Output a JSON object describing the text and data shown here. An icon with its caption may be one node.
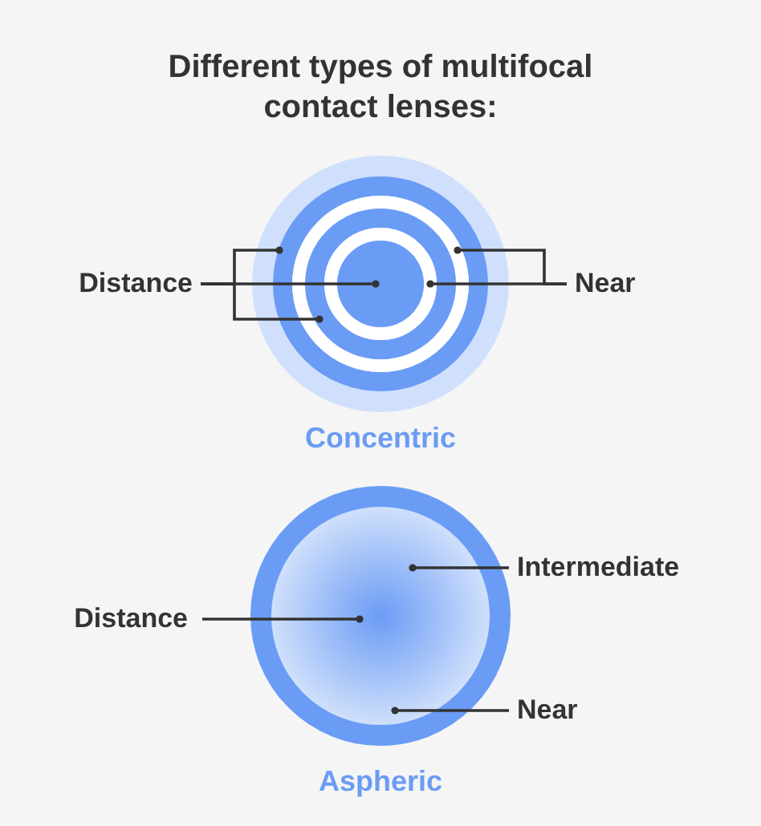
{
  "diagram": {
    "title": "Different types of multifocal contact lenses:",
    "nodes": [
      {
        "text": [
          "Distance"
        ]
      },
      {
        "text": [],
        "shape": "circle"
      },
      {
        "text": [],
        "shape": "ring",
        "in": 1
      },
      {
        "text": [],
        "shape": "ring",
        "in": 2
      },
      {
        "text": [],
        "shape": "ring",
        "in": 3
      },
      {
        "text": [],
        "shape": "ring",
        "in": 4
      },
      {
        "text": [],
        "shape": "circle",
        "in": 5
      },
      {
        "text": [
          "Near"
        ]
      },
      {
        "text": [
          "Distance"
        ]
      },
      {
        "text": [
          "Intermediate"
        ]
      },
      {
        "text": [
          "Near"
        ]
      }
    ],
    "edges": [
      {
        "from": 0,
        "to": 6,
        "arrow": "other"
      },
      {
        "from": 0,
        "to": 2,
        "arrow": "other"
      },
      {
        "from": 0,
        "to": 4,
        "arrow": "other"
      },
      {
        "from": 7,
        "to": 5,
        "arrow": "other"
      },
      {
        "from": 7,
        "to": 3,
        "arrow": "other"
      },
      {
        "from": 8,
        "to": null,
        "arrow": "other"
      },
      {
        "from": 9,
        "to": null,
        "arrow": "other"
      },
      {
        "from": 10,
        "to": null,
        "arrow": "other"
      }
    ],
    "labels": [
      "Concentric",
      "Aspheric"
    ]
  }
}
